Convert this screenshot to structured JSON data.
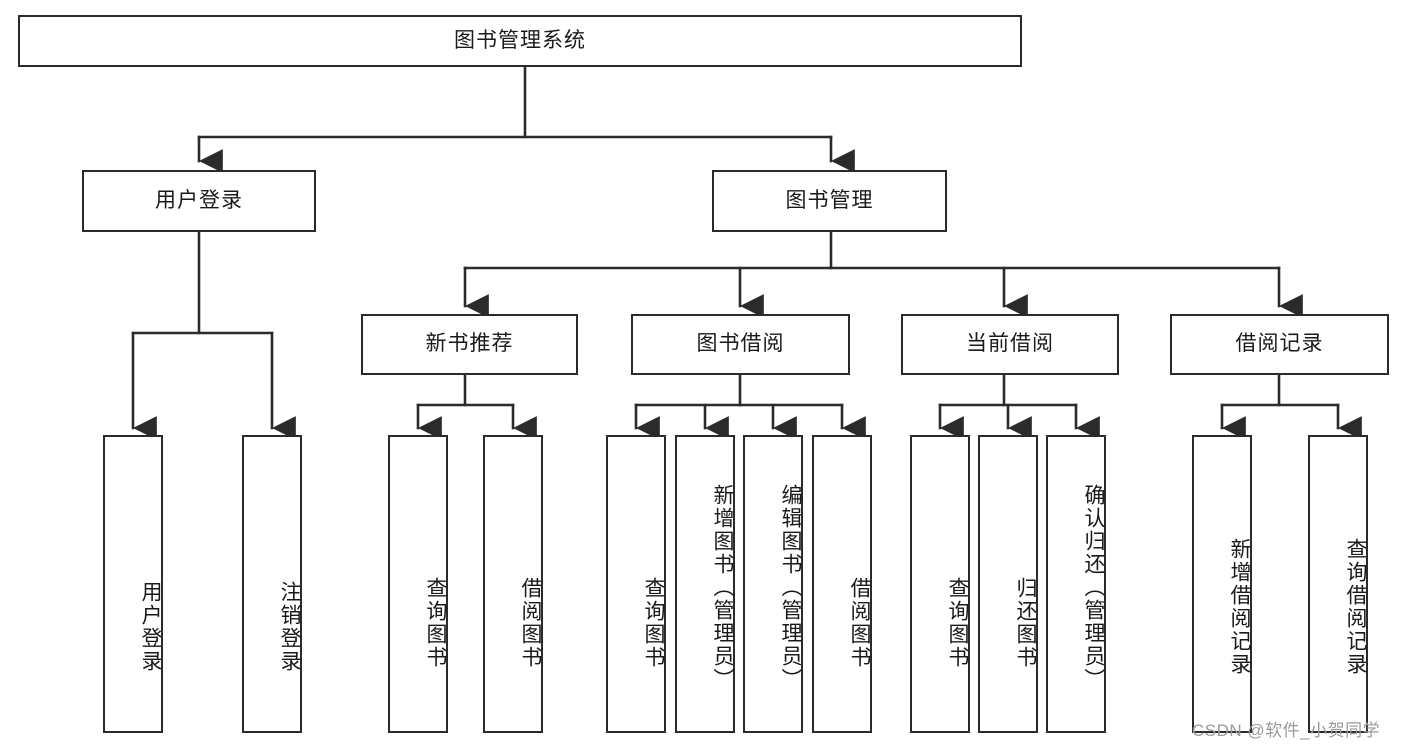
{
  "diagram": {
    "type": "tree",
    "title": "图书管理系统",
    "watermark": "CSDN @软件_小贺同学",
    "root": {
      "id": "root",
      "label": "图书管理系统",
      "orientation": "horizontal"
    },
    "level2": [
      {
        "id": "user-login",
        "label": "用户登录",
        "orientation": "horizontal"
      },
      {
        "id": "book-management",
        "label": "图书管理",
        "orientation": "horizontal"
      }
    ],
    "level3": [
      {
        "id": "new-book-recommend",
        "label": "新书推荐",
        "orientation": "horizontal",
        "parent": "book-management"
      },
      {
        "id": "book-borrow",
        "label": "图书借阅",
        "orientation": "horizontal",
        "parent": "book-management"
      },
      {
        "id": "current-borrow",
        "label": "当前借阅",
        "orientation": "horizontal",
        "parent": "book-management"
      },
      {
        "id": "borrow-record",
        "label": "借阅记录",
        "orientation": "horizontal",
        "parent": "book-management"
      }
    ],
    "leaves": [
      {
        "id": "leaf-user-login",
        "label": "用户登录",
        "parent": "user-login",
        "orientation": "vertical"
      },
      {
        "id": "leaf-user-logout",
        "label": "注销登录",
        "parent": "user-login",
        "orientation": "vertical"
      },
      {
        "id": "leaf-query-book-1",
        "label": "查询图书",
        "parent": "new-book-recommend",
        "orientation": "vertical"
      },
      {
        "id": "leaf-borrow-book-1",
        "label": "借阅图书",
        "parent": "new-book-recommend",
        "orientation": "vertical"
      },
      {
        "id": "leaf-query-book-2",
        "label": "查询图书",
        "parent": "book-borrow",
        "orientation": "vertical"
      },
      {
        "id": "leaf-add-book",
        "label": "新增图书（管理员）",
        "parent": "book-borrow",
        "orientation": "vertical"
      },
      {
        "id": "leaf-edit-book",
        "label": "编辑图书（管理员）",
        "parent": "book-borrow",
        "orientation": "vertical"
      },
      {
        "id": "leaf-borrow-book-2",
        "label": "借阅图书",
        "parent": "book-borrow",
        "orientation": "vertical"
      },
      {
        "id": "leaf-query-book-3",
        "label": "查询图书",
        "parent": "current-borrow",
        "orientation": "vertical"
      },
      {
        "id": "leaf-return-book",
        "label": "归还图书",
        "parent": "current-borrow",
        "orientation": "vertical"
      },
      {
        "id": "leaf-confirm-return",
        "label": "确认归还（管理员）",
        "parent": "current-borrow",
        "orientation": "vertical"
      },
      {
        "id": "leaf-add-record",
        "label": "新增借阅记录",
        "parent": "borrow-record",
        "orientation": "vertical"
      },
      {
        "id": "leaf-query-record",
        "label": "查询借阅记录",
        "parent": "borrow-record",
        "orientation": "vertical"
      }
    ],
    "colors": {
      "stroke": "#2b2b2b",
      "fill": "#ffffff",
      "text": "#1a1a1a",
      "watermark": "#9a9a9a"
    }
  }
}
